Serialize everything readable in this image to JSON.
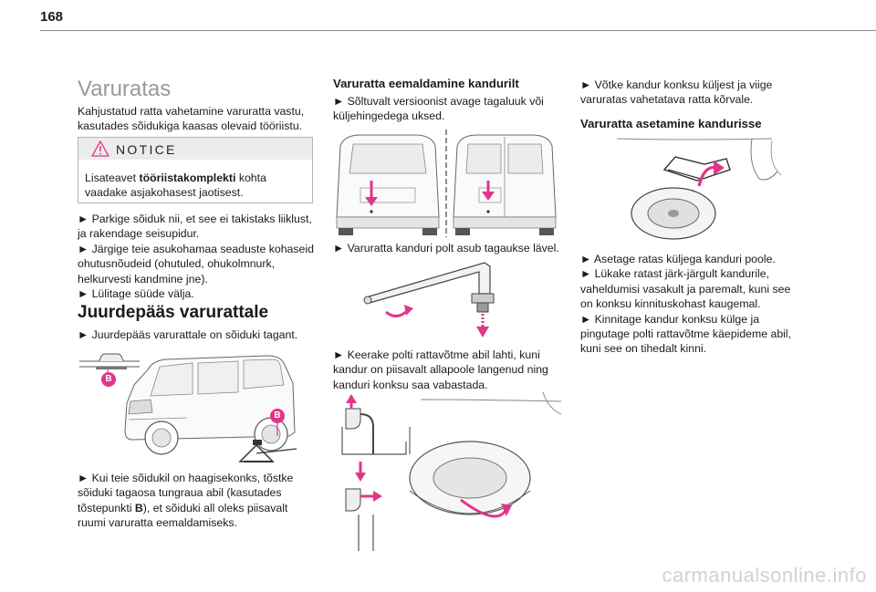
{
  "page": {
    "number": "168",
    "watermark": "carmanualsonline.info"
  },
  "col1": {
    "title": "Varuratas",
    "intro": "Kahjustatud ratta vahetamine varuratta vastu, kasutades sõidukiga kaasas olevaid tööriistu.",
    "notice": {
      "label": "NOTICE",
      "text_before": "Lisateavet ",
      "text_bold": "tööriistakomplekti",
      "text_after": " kohta vaadake asjakohasest jaotisest."
    },
    "steps": [
      "► Parkige sõiduk nii, et see ei takistaks liiklust, ja rakendage seisupidur.",
      "► Järgige teie asukohamaa seaduste kohaseid ohutusnõudeid (ohutuled, ohukolmnurk, helkurvesti kandmine jne).",
      "► Lülitage süüde välja."
    ],
    "heading": "Juurdepääs varurattale",
    "access_step": "► Juurdepääs varurattale on sõiduki tagant.",
    "jack": {
      "before": "► Kui teie sõidukil on haagisekonks, tõstke sõiduki tagaosa tungraua abil (kasutades tõstepunkti ",
      "bold": "B",
      "after": "), et sõiduki all oleks piisavalt ruumi varuratta eemaldamiseks."
    },
    "badge_letter": "B"
  },
  "col2": {
    "heading": "Varuratta eemaldamine kandurilt",
    "step1": "► Sõltuvalt versioonist avage tagaluuk või küljehingedega uksed.",
    "step2": "► Varuratta kanduri polt asub tagaukse lävel.",
    "step3": "► Keerake polti rattavõtme abil lahti, kuni kandur on piisavalt allapoole langenud ning kanduri konksu saa vabastada."
  },
  "col3": {
    "step1": "► Võtke kandur konksu küljest ja viige varuratas vahetatava ratta kõrvale.",
    "heading": "Varuratta asetamine kandurisse",
    "steps": [
      "► Asetage ratas küljega kanduri poole.",
      "► Lükake ratast järk-järgult kandurile, vaheldumisi vasakult ja paremalt, kuni see on konksu kinnituskohast kaugemal.",
      "► Kinnitage kandur konksu külge ja pingutage polti rattavõtme käepideme abil, kuni see on tihedalt kinni."
    ]
  },
  "colors": {
    "accent": "#e0368a",
    "text": "#1a1a1a",
    "title_grey": "#9a9a9a",
    "notice_bg": "#ececec"
  }
}
